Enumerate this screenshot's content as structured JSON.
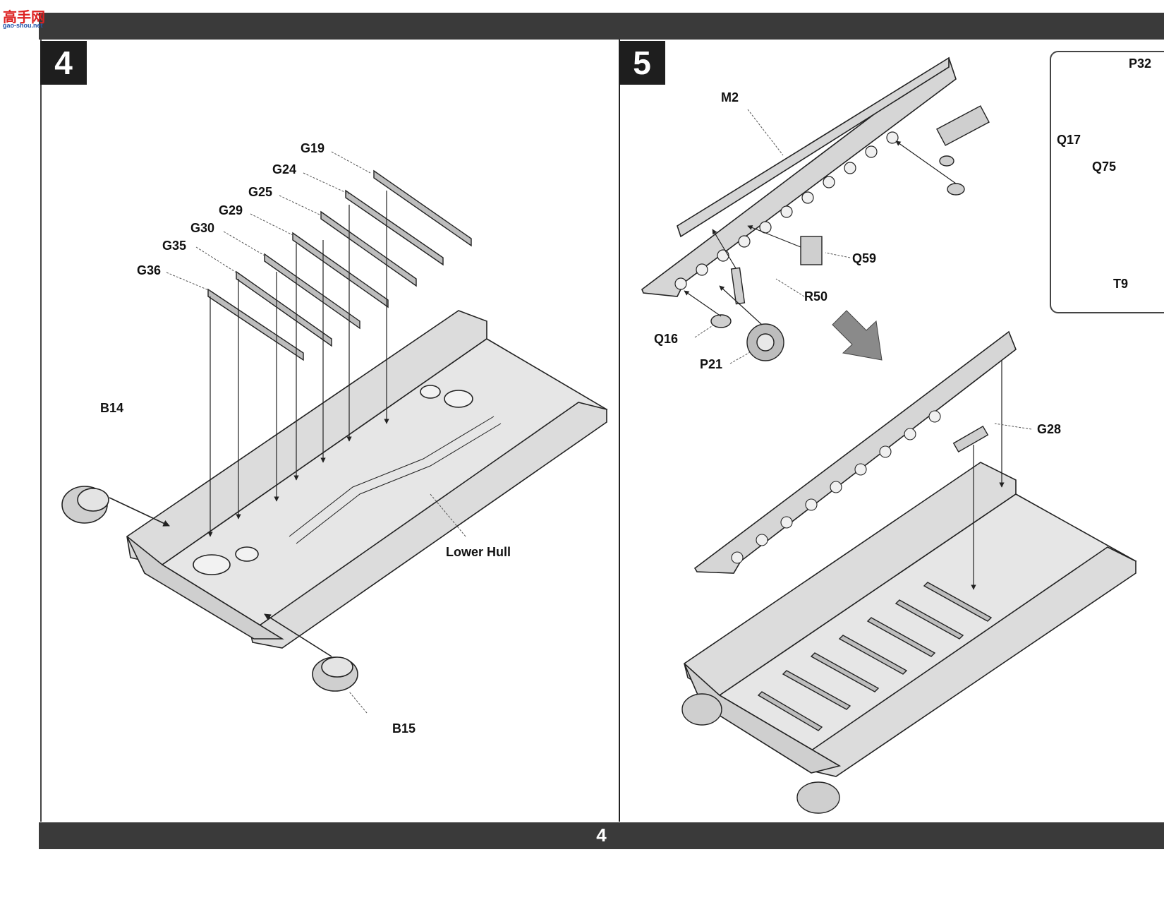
{
  "logo": {
    "main": "高手网",
    "sub": "gao-shou.net"
  },
  "page_number": "4",
  "steps": [
    {
      "number": "4",
      "parts": [
        "G19",
        "G24",
        "G25",
        "G29",
        "G30",
        "G35",
        "G36",
        "B14",
        "B15"
      ],
      "assembly_label": "Lower Hull"
    },
    {
      "number": "5",
      "parts": [
        "M2",
        "Q59",
        "R50",
        "Q16",
        "P21",
        "G28"
      ],
      "inset_parts": [
        "P32",
        "Q17",
        "Q75",
        "T9"
      ]
    }
  ],
  "colors": {
    "bar": "#3a3a3a",
    "step_box": "#1e1e1e",
    "part_fill": "#d9d9d9",
    "line": "#222222"
  }
}
